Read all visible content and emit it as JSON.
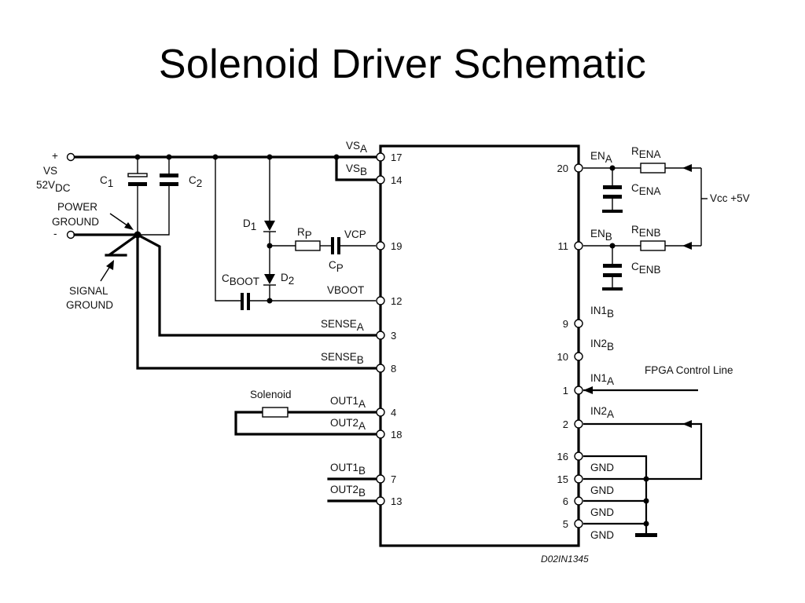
{
  "title": "Solenoid Driver Schematic",
  "figure_code": "D02IN1345",
  "left": {
    "vs_plus": "+",
    "vs": "VS",
    "vs_voltage": "52V",
    "vs_voltage_sub": "DC",
    "power_ground": [
      "POWER",
      "GROUND"
    ],
    "minus": "-",
    "signal_ground": [
      "SIGNAL",
      "GROUND"
    ],
    "c1": "C",
    "c1_sub": "1",
    "c2": "C",
    "c2_sub": "2",
    "d1": "D",
    "d1_sub": "1",
    "d2": "D",
    "d2_sub": "2",
    "rp": "R",
    "rp_sub": "P",
    "cp": "C",
    "cp_sub": "P",
    "cboot": "C",
    "cboot_sub": "BOOT",
    "solenoid": "Solenoid"
  },
  "chip_left_pins": [
    {
      "label": "VS",
      "sub": "A",
      "number": "17"
    },
    {
      "label": "VS",
      "sub": "B",
      "number": "14"
    },
    {
      "label": "VCP",
      "sub": "",
      "number": "19"
    },
    {
      "label": "VBOOT",
      "sub": "",
      "number": "12"
    },
    {
      "label": "SENSE",
      "sub": "A",
      "number": "3"
    },
    {
      "label": "SENSE",
      "sub": "B",
      "number": "8"
    },
    {
      "label": "OUT1",
      "sub": "A",
      "number": "4"
    },
    {
      "label": "OUT2",
      "sub": "A",
      "number": "18"
    },
    {
      "label": "OUT1",
      "sub": "B",
      "number": "7"
    },
    {
      "label": "OUT2",
      "sub": "B",
      "number": "13"
    }
  ],
  "chip_right_pins": [
    {
      "label": "EN",
      "sub": "A",
      "number": "20"
    },
    {
      "label": "EN",
      "sub": "B",
      "number": "11"
    },
    {
      "label": "IN1",
      "sub": "B",
      "number": "9"
    },
    {
      "label": "IN2",
      "sub": "B",
      "number": "10"
    },
    {
      "label": "IN1",
      "sub": "A",
      "number": "1"
    },
    {
      "label": "IN2",
      "sub": "A",
      "number": "2"
    },
    {
      "label": "GND",
      "sub": "",
      "number": "16"
    },
    {
      "label": "GND",
      "sub": "",
      "number": "15"
    },
    {
      "label": "GND",
      "sub": "",
      "number": "6"
    },
    {
      "label": "GND",
      "sub": "",
      "number": "5"
    }
  ],
  "right": {
    "rena": "R",
    "rena_sub": "ENA",
    "renb": "R",
    "renb_sub": "ENB",
    "cena": "C",
    "cena_sub": "ENA",
    "cenb": "C",
    "cenb_sub": "ENB",
    "vcc": "Vcc +5V",
    "fpga": "FPGA Control Line"
  }
}
